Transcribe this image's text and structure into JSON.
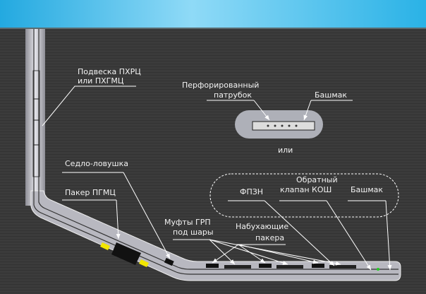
{
  "labels": {
    "hanger": [
      "Подвеска ПХРЦ",
      "или ПХГМЦ"
    ],
    "perforated_pipe": [
      "Перфорированный",
      "патрубок"
    ],
    "shoe_top": "Башмак",
    "or": "или",
    "seat_trap": "Седло-ловушка",
    "packer_pgmc": "Пакер ПГМЦ",
    "fpzn": "ФПЗН",
    "check_valve": [
      "Обратный",
      "клапан КОШ"
    ],
    "shoe_bottom": "Башмак",
    "frac_sleeves": [
      "Муфты ГРП",
      "под шары"
    ],
    "swell_packers": [
      "Набухающие",
      "пакера"
    ]
  },
  "colors": {
    "sky": "#3fbfe8",
    "ground": "#3b3b3b",
    "packer": "#111111",
    "marker": "#f2e600"
  }
}
